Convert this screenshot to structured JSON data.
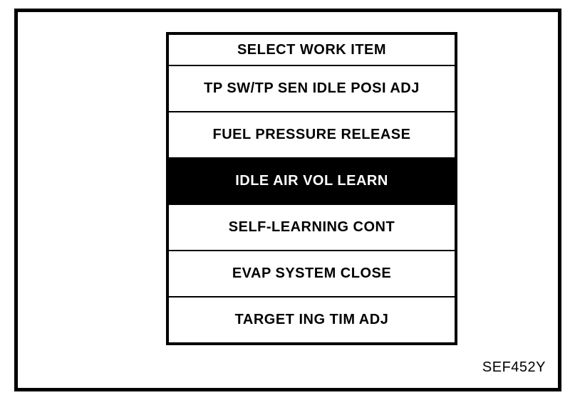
{
  "menu": {
    "title": "SELECT WORK ITEM",
    "items": [
      {
        "label": "TP SW/TP SEN IDLE POSI ADJ",
        "selected": false
      },
      {
        "label": "FUEL PRESSURE RELEASE",
        "selected": false
      },
      {
        "label": "IDLE AIR VOL LEARN",
        "selected": true
      },
      {
        "label": "SELF-LEARNING CONT",
        "selected": false
      },
      {
        "label": "EVAP SYSTEM CLOSE",
        "selected": false
      },
      {
        "label": "TARGET ING TIM ADJ",
        "selected": false
      }
    ]
  },
  "figure": {
    "code": "SEF452Y"
  },
  "colors": {
    "foreground": "#000000",
    "background": "#ffffff",
    "selected_background": "#000000",
    "selected_text": "#ffffff"
  }
}
